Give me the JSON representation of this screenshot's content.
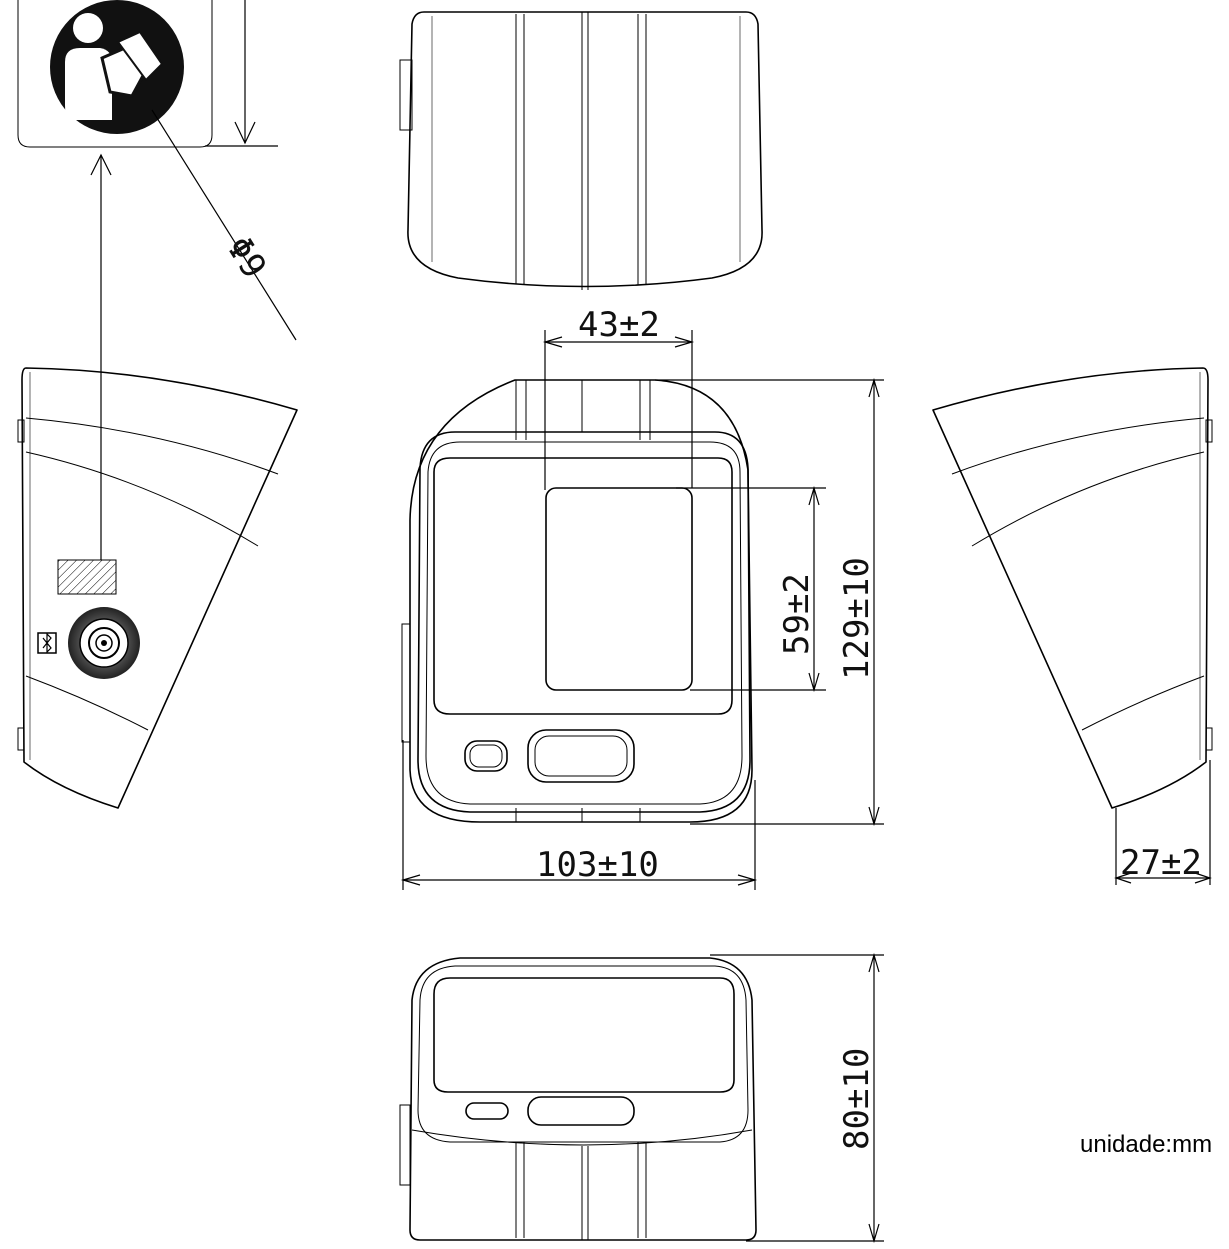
{
  "dimensions": {
    "phi": "Φ9",
    "screen_width": "43±2",
    "screen_height": "59±2",
    "device_height": "129±10",
    "device_width": "103±10",
    "side_depth": "27±2",
    "bottom_depth": "80±10"
  },
  "unit_label": "unidade:mm",
  "icons": {
    "manual": "read-manual-icon",
    "socket": "cuff-socket-icon",
    "bluetooth": "bluetooth-icon"
  },
  "colors": {
    "line": "#000000",
    "background": "#ffffff"
  }
}
